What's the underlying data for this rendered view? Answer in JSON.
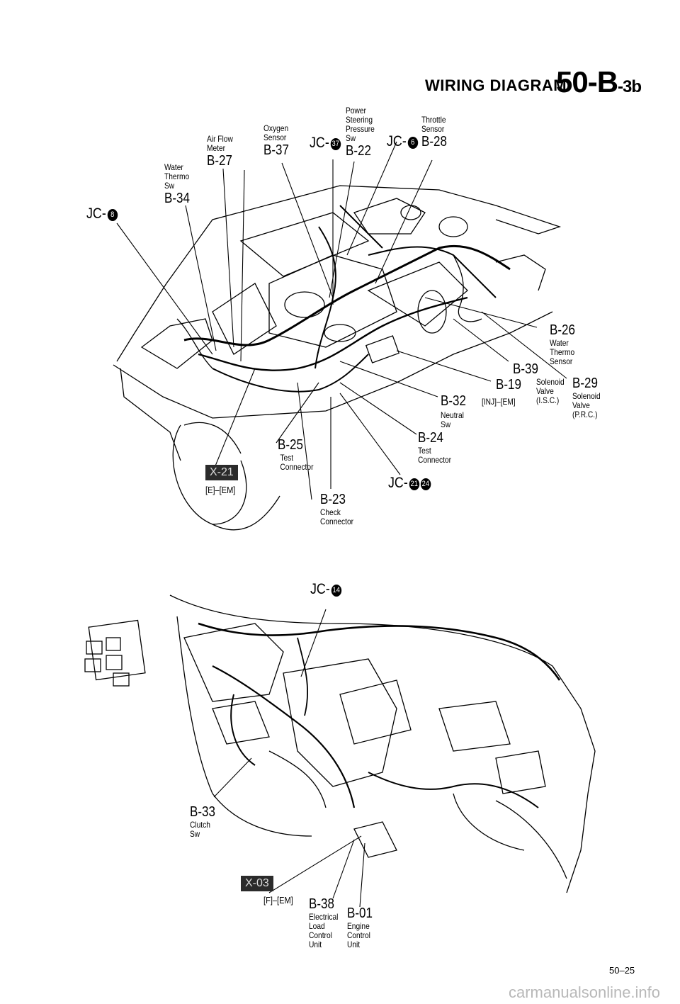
{
  "header": {
    "title": "WIRING DIAGRAM",
    "section": "50-B",
    "suffix": "-3b"
  },
  "upper": {
    "labels": [
      {
        "id": "b34",
        "code": "B-34",
        "desc": [
          "Water",
          "Thermo",
          "Sw"
        ]
      },
      {
        "id": "b27",
        "code": "B-27",
        "desc": [
          "Air Flow",
          "Meter"
        ]
      },
      {
        "id": "b37",
        "code": "B-37",
        "desc": [
          "Oxygen",
          "Sensor"
        ]
      },
      {
        "id": "b22",
        "code": "B-22",
        "desc": [
          "Power",
          "Steering",
          "Pressure",
          "Sw"
        ]
      },
      {
        "id": "b28",
        "code": "B-28",
        "desc": [
          "Throttle",
          "Sensor"
        ]
      },
      {
        "id": "b26",
        "code": "B-26",
        "desc": [
          "Water",
          "Thermo",
          "Sensor"
        ]
      },
      {
        "id": "b39",
        "code": "B-39",
        "desc": []
      },
      {
        "id": "b19",
        "code": "B-19",
        "desc": [
          "Solenoid",
          "Valve",
          "(I.S.C.)"
        ]
      },
      {
        "id": "b29",
        "code": "B-29",
        "desc": [
          "Solenoid",
          "Valve",
          "(P.R.C.)"
        ]
      },
      {
        "id": "b32",
        "code": "B-32",
        "desc": [
          "Neutral",
          "Sw"
        ]
      },
      {
        "id": "b24",
        "code": "B-24",
        "desc": [
          "Test",
          "Connector"
        ]
      },
      {
        "id": "b25",
        "code": "B-25",
        "desc": [
          "Test",
          "Connector"
        ]
      },
      {
        "id": "b23",
        "code": "B-23",
        "desc": [
          "Check",
          "Connector"
        ]
      }
    ],
    "inj_em": "[INJ]–[EM]",
    "jc_left": {
      "text": "JC-",
      "num": "8"
    },
    "jc_37": {
      "text": "JC-",
      "num": "37"
    },
    "jc_6": {
      "text": "JC-",
      "num": "6"
    },
    "jc_21_24": {
      "text": "JC-",
      "nums": [
        "21",
        "24"
      ]
    },
    "badge": "X-21",
    "badge_note": "[E]–[EM]"
  },
  "lower": {
    "jc_14": {
      "text": "JC-",
      "num": "14"
    },
    "labels": [
      {
        "id": "b33",
        "code": "B-33",
        "desc": [
          "Clutch",
          "Sw"
        ]
      },
      {
        "id": "b38",
        "code": "B-38",
        "desc": [
          "Electrical",
          "Load",
          "Control",
          "Unit"
        ]
      },
      {
        "id": "b01",
        "code": "B-01",
        "desc": [
          "Engine",
          "Control",
          "Unit"
        ]
      }
    ],
    "badge": "X-03",
    "badge_note": "[F]–[EM]"
  },
  "page_number": "50–25",
  "watermark": "carmanualsonline.info"
}
